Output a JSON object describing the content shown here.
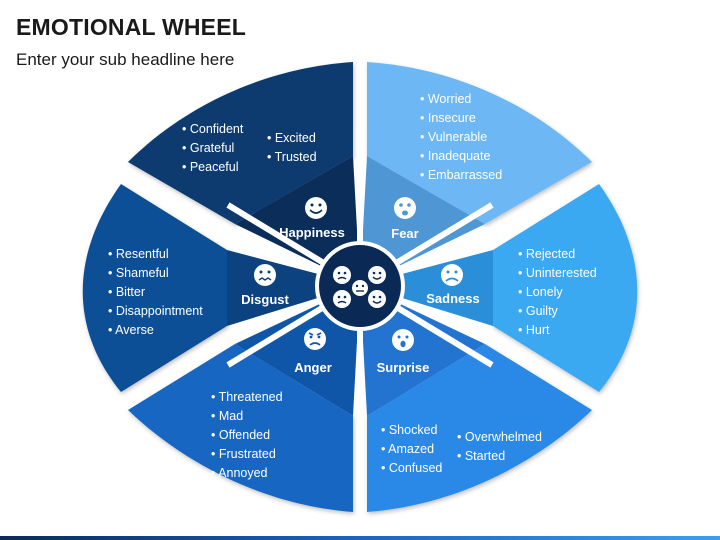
{
  "title": "EMOTIONAL WHEEL",
  "subtitle": "Enter your sub headline here",
  "emotions": {
    "happiness": {
      "label": "Happiness",
      "items_a": [
        "Confident",
        "Grateful",
        "Peaceful"
      ],
      "items_b": [
        "Excited",
        "Trusted"
      ]
    },
    "fear": {
      "label": "Fear",
      "items": [
        "Worried",
        "Insecure",
        "Vulnerable",
        "Inadequate",
        "Embarrassed"
      ]
    },
    "sadness": {
      "label": "Sadness",
      "items": [
        "Rejected",
        "Uninterested",
        "Lonely",
        "Guilty",
        "Hurt"
      ]
    },
    "surprise": {
      "label": "Surprise",
      "items_a": [
        "Shocked",
        "Amazed",
        "Confused"
      ],
      "items_b": [
        "Overwhelmed",
        "Started"
      ]
    },
    "anger": {
      "label": "Anger",
      "items": [
        "Threatened",
        "Mad",
        "Offended",
        "Frustrated",
        "Annoyed"
      ]
    },
    "disgust": {
      "label": "Disgust",
      "items": [
        "Resentful",
        "Shameful",
        "Bitter",
        "Disappointment",
        "Averse"
      ]
    }
  },
  "colors": {
    "happiness": "#0b3a70",
    "fear": "#6db7f5",
    "sadness": "#3aa8f2",
    "surprise": "#2c88e6",
    "anger": "#1466c2",
    "disgust": "#0e4f97",
    "hub": "#0a2a55"
  },
  "icons": [
    "smile-icon",
    "fearful-face-icon",
    "sad-face-icon",
    "surprised-face-icon",
    "angry-face-icon",
    "disgust-face-icon",
    "emoji-cluster-icon"
  ]
}
